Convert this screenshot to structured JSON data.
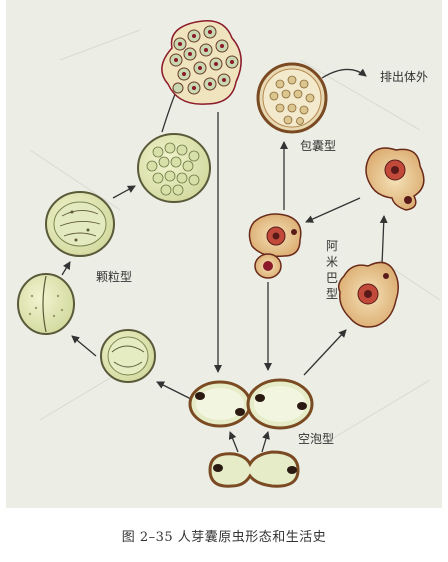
{
  "figure": {
    "caption": "图 2–35   人芽囊原虫形态和生活史"
  },
  "labels": {
    "excrete": "排出体外",
    "cyst_form": "包囊型",
    "granular_form": "颗粒型",
    "amoeboid_form": [
      "阿",
      "米",
      "巴",
      "型"
    ],
    "vacuolar_form": "空泡型"
  },
  "colors": {
    "paper": "#eef0e8",
    "cell_fill": "#e2e7b3",
    "cell_stroke": "#5a5a3a",
    "arrow": "#333333",
    "cyst_wall": "#7a4a22",
    "nucleus": "#8b1a2a"
  }
}
